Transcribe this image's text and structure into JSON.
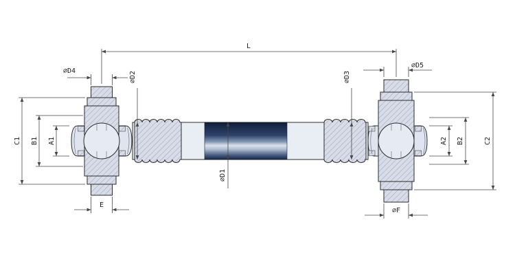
{
  "drawing": {
    "subject": "cardan drive shaft with two universal joint flanges, dimensioned technical drawing",
    "labels": {
      "L": "L",
      "D4": "∅D4",
      "D2": "∅D2",
      "D3": "∅D3",
      "D5": "∅D5",
      "D1": "∅D1",
      "C1": "C1",
      "B1": "B1",
      "A1": "A1",
      "A2": "A2",
      "B2": "B2",
      "C2": "C2",
      "E": "E",
      "F": "∅F"
    },
    "colors": {
      "background": "#ffffff",
      "part_fill": "#d7dce8",
      "part_plain": "#e9edf4",
      "tube_dark": "#15233e",
      "hatch_line": "#8a94a9",
      "outline": "#2b2b2b",
      "dimension": "#474747"
    }
  }
}
